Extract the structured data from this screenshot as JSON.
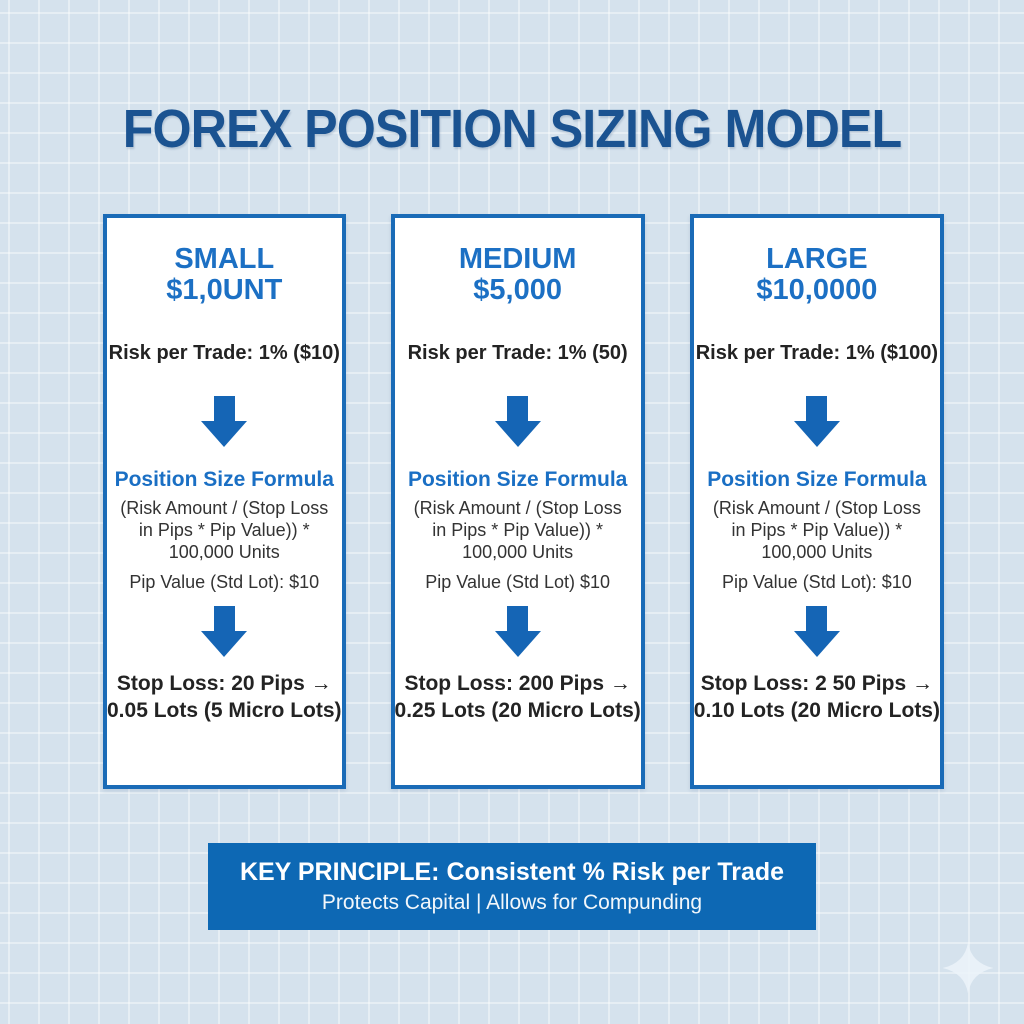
{
  "page": {
    "title": "FOREX POSITION SIZING MODEL"
  },
  "columns": [
    {
      "name": "SMALL",
      "amount": "$1,0UNT",
      "risk_per_trade": "Risk per Trade: 1% ($10)",
      "formula_title": "Position Size Formula",
      "formula_line1": "(Risk Amount / (Stop Loss",
      "formula_line2": "in Pips * Pip Value)) *",
      "formula_line3": "100,000 Units",
      "pip_value": "Pip Value (Std Lot): $10",
      "result_line1": "Stop Loss: 20 Pips →",
      "result_line2": "0.05 Lots (5 Micro Lots)"
    },
    {
      "name": "MEDIUM",
      "amount": "$5,000",
      "risk_per_trade": "Risk per Trade: 1% (50)",
      "formula_title": "Position Size Formula",
      "formula_line1": "(Risk Amount / (Stop Loss",
      "formula_line2": "in Pips * Pip Value)) *",
      "formula_line3": "100,000 Units",
      "pip_value": "Pip Value (Std Lot) $10",
      "result_line1": "Stop Loss: 200 Pips →",
      "result_line2": "0.25 Lots (20 Micro Lots)"
    },
    {
      "name": "LARGE",
      "amount": "$10,0000",
      "risk_per_trade": "Risk per Trade: 1% ($100)",
      "formula_title": "Position Size Formula",
      "formula_line1": "(Risk Amount / (Stop Loss",
      "formula_line2": "in Pips * Pip Value)) *",
      "formula_line3": "100,000 Units",
      "pip_value": "Pip Value (Std Lot): $10",
      "result_line1": "Stop Loss: 2 50 Pips →",
      "result_line2": "0.10 Lots (20 Micro Lots)"
    }
  ],
  "banner": {
    "title": "KEY PRINCIPLE: Consistent % Risk per Trade",
    "subtitle": "Protects Capital | Allows for Compunding"
  },
  "colors": {
    "background": "#d5e2ed",
    "grid_line": "#e4edf4",
    "title_blue": "#1b5391",
    "accent_blue": "#1c70c4",
    "arrow_blue": "#1565b5",
    "card_border": "#1a6bb7",
    "banner_blue": "#0d68b4",
    "body_text": "#232323"
  }
}
